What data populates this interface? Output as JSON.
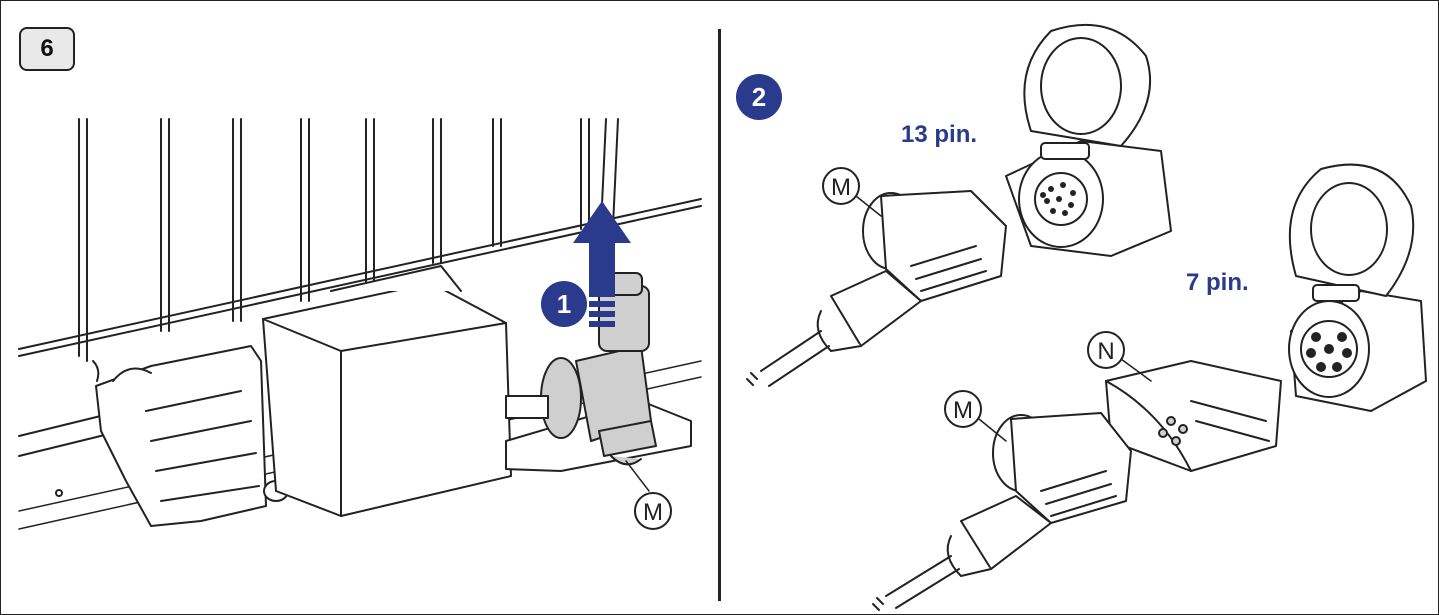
{
  "step_number": "6",
  "callouts": {
    "badge_1": "1",
    "badge_2": "2",
    "pin_13": "13 pin.",
    "pin_7": "7 pin."
  },
  "part_labels": {
    "m_left": "M",
    "m_top_right": "M",
    "m_bottom_right": "M",
    "n": "N"
  },
  "colors": {
    "accent": "#2a3a8c",
    "line": "#222222",
    "part_fill": "#cfcfcf"
  }
}
